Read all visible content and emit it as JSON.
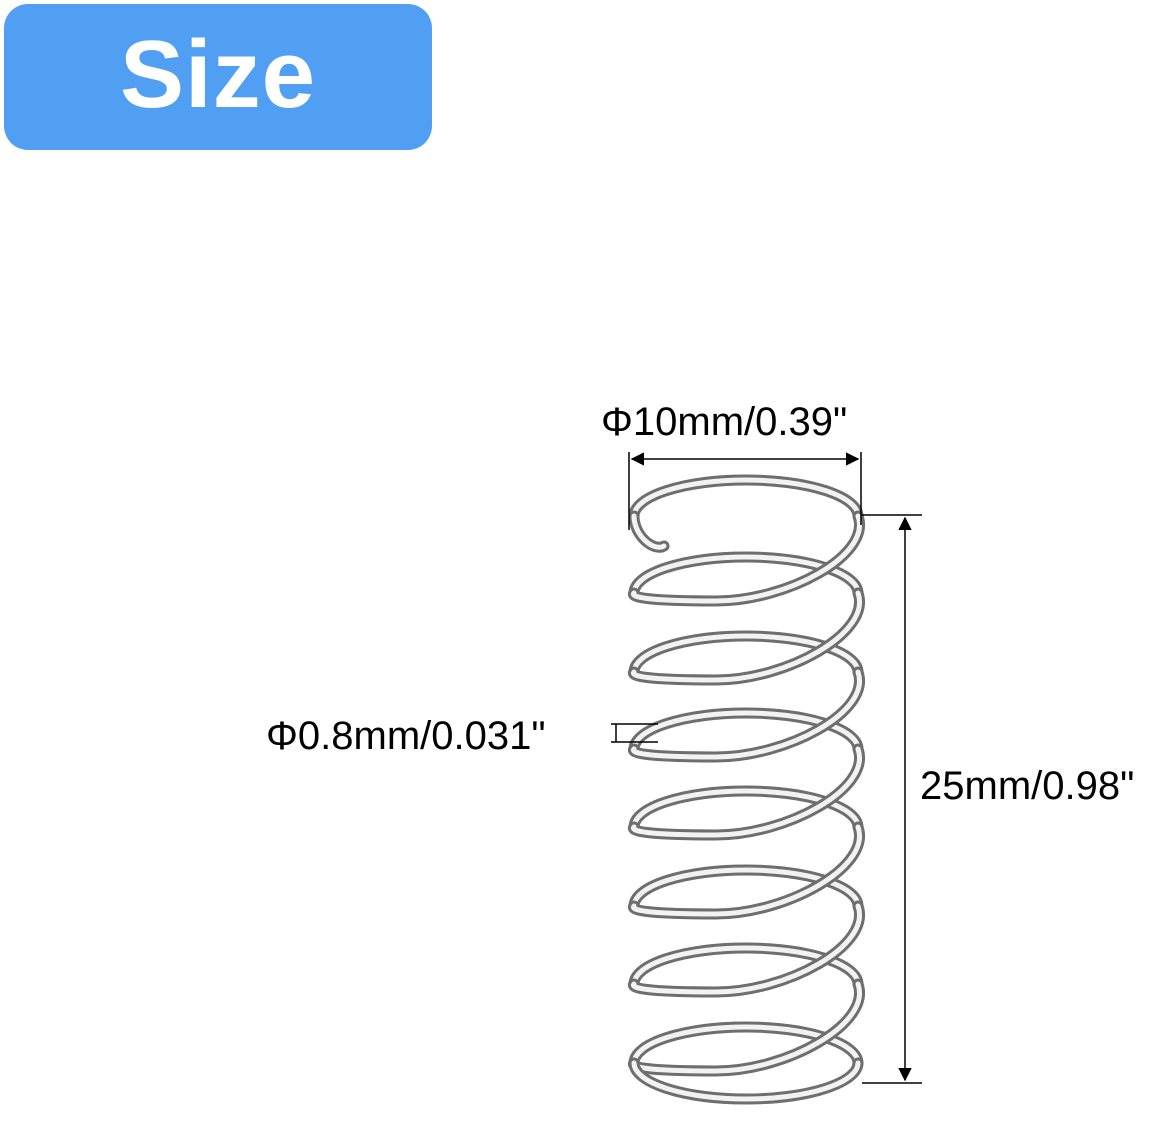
{
  "badge": {
    "label": "Size",
    "color": "#519ff2"
  },
  "dimensions": {
    "outer_diameter": "Φ10mm/0.39\"",
    "wire_diameter": "Φ0.8mm/0.031\"",
    "free_length": "25mm/0.98\""
  },
  "colors": {
    "wire_dark": "#6e6e6e",
    "wire_light": "#f2f2f2",
    "dim_line": "#000000"
  }
}
